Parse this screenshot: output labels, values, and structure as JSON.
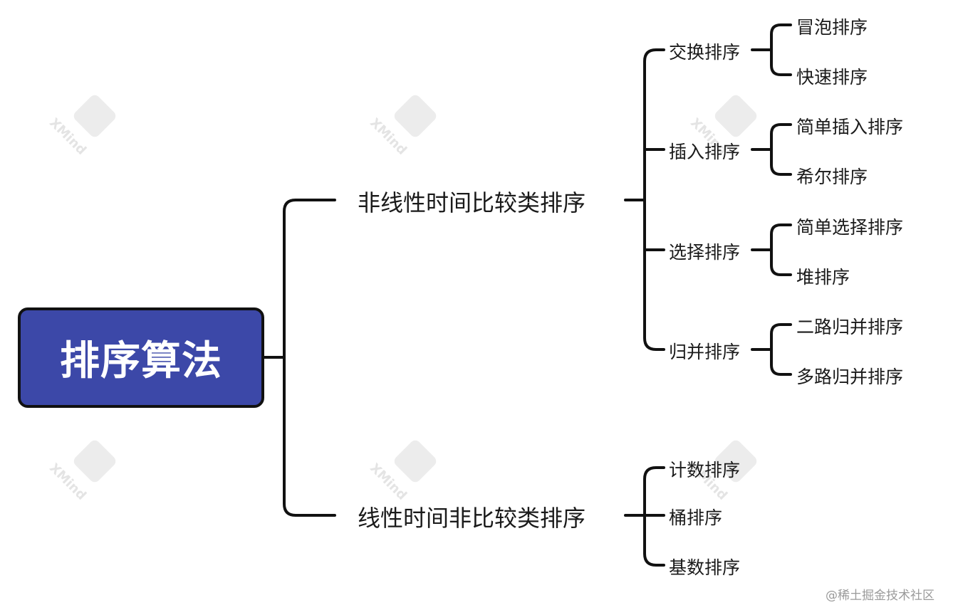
{
  "colors": {
    "root_fill": "#3c48a8",
    "root_border": "#111111",
    "connector": "#111111",
    "text": "#1a1a1a",
    "watermark": "#e6e6e6"
  },
  "root": {
    "label": "排序算法"
  },
  "branches": [
    {
      "label": "非线性时间比较类排序",
      "children": [
        {
          "label": "交换排序",
          "children": [
            {
              "label": "冒泡排序"
            },
            {
              "label": "快速排序"
            }
          ]
        },
        {
          "label": "插入排序",
          "children": [
            {
              "label": "简单插入排序"
            },
            {
              "label": "希尔排序"
            }
          ]
        },
        {
          "label": "选择排序",
          "children": [
            {
              "label": "简单选择排序"
            },
            {
              "label": "堆排序"
            }
          ]
        },
        {
          "label": "归并排序",
          "children": [
            {
              "label": "二路归并排序"
            },
            {
              "label": "多路归并排序"
            }
          ]
        }
      ]
    },
    {
      "label": "线性时间非比较类排序",
      "children": [
        {
          "label": "计数排序"
        },
        {
          "label": "桶排序"
        },
        {
          "label": "基数排序"
        }
      ]
    }
  ],
  "watermark": {
    "brand": "XMind",
    "icon": "xmind-logo-icon"
  },
  "credit": "@稀土掘金技术社区"
}
